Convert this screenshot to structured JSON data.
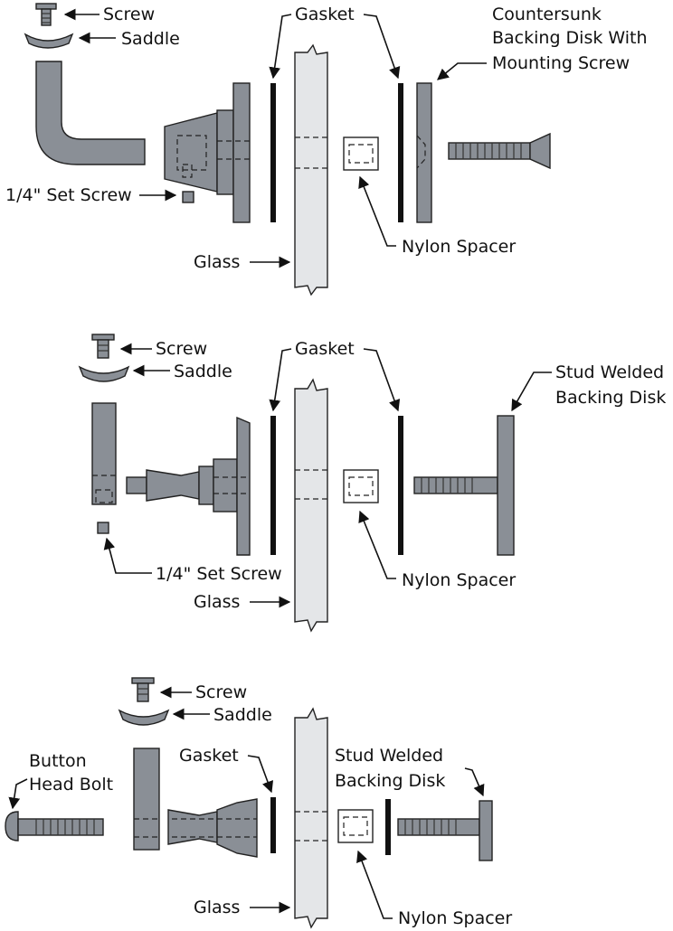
{
  "figure": {
    "assembly_1": {
      "screw": "Screw",
      "saddle": "Saddle",
      "gasket": "Gasket",
      "backing": [
        "Countersunk",
        "Backing Disk With",
        "Mounting Screw"
      ],
      "set_screw": "1/4\" Set Screw",
      "glass": "Glass",
      "nylon_spacer": "Nylon Spacer"
    },
    "assembly_2": {
      "screw": "Screw",
      "saddle": "Saddle",
      "gasket": "Gasket",
      "backing": [
        "Stud Welded",
        "Backing Disk"
      ],
      "set_screw": "1/4\" Set Screw",
      "glass": "Glass",
      "nylon_spacer": "Nylon Spacer"
    },
    "assembly_3": {
      "screw": "Screw",
      "saddle": "Saddle",
      "bolt": [
        "Button",
        "Head Bolt"
      ],
      "gasket": "Gasket",
      "backing": [
        "Stud Welded",
        "Backing Disk"
      ],
      "glass": "Glass",
      "nylon_spacer": "Nylon Spacer"
    }
  }
}
